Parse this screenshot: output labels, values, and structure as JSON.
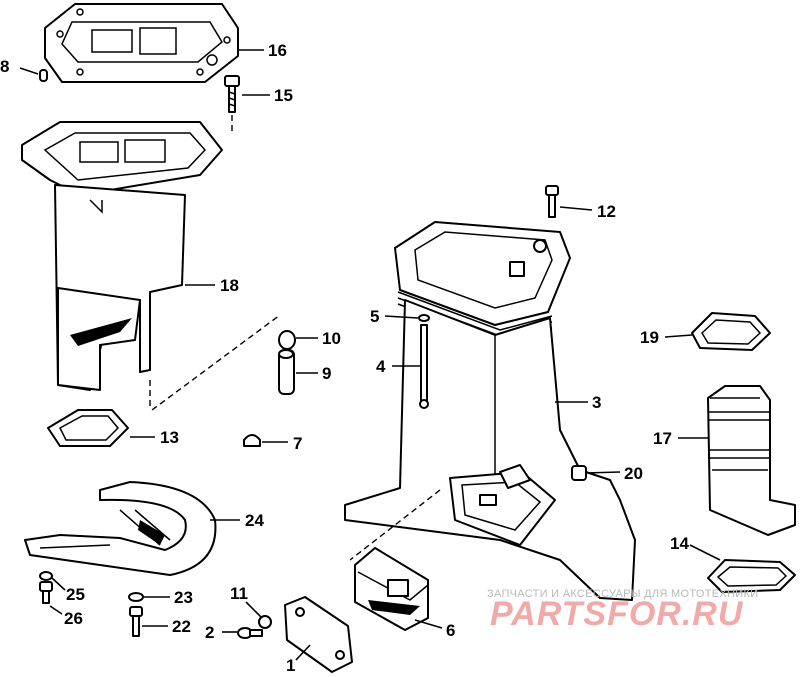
{
  "callouts": [
    {
      "id": "c1",
      "text": "1"
    },
    {
      "id": "c2",
      "text": "2"
    },
    {
      "id": "c3",
      "text": "3"
    },
    {
      "id": "c4",
      "text": "4"
    },
    {
      "id": "c5",
      "text": "5"
    },
    {
      "id": "c6",
      "text": "6"
    },
    {
      "id": "c7",
      "text": "7"
    },
    {
      "id": "c8",
      "text": "8"
    },
    {
      "id": "c9",
      "text": "9"
    },
    {
      "id": "c10",
      "text": "10"
    },
    {
      "id": "c11",
      "text": "11"
    },
    {
      "id": "c12",
      "text": "12"
    },
    {
      "id": "c13",
      "text": "13"
    },
    {
      "id": "c14",
      "text": "14"
    },
    {
      "id": "c15",
      "text": "15"
    },
    {
      "id": "c16",
      "text": "16"
    },
    {
      "id": "c17",
      "text": "17"
    },
    {
      "id": "c18",
      "text": "18"
    },
    {
      "id": "c19",
      "text": "19"
    },
    {
      "id": "c20",
      "text": "20"
    },
    {
      "id": "c22",
      "text": "22"
    },
    {
      "id": "c23",
      "text": "23"
    },
    {
      "id": "c24",
      "text": "24"
    },
    {
      "id": "c25",
      "text": "25"
    },
    {
      "id": "c26",
      "text": "26"
    }
  ],
  "watermark": {
    "tagline": "ЗАПЧАСТИ И АКСЕССУАРЫ ДЛЯ МОТОТЕХНИКИ",
    "logo_text": "PARTSFOR.RU"
  }
}
